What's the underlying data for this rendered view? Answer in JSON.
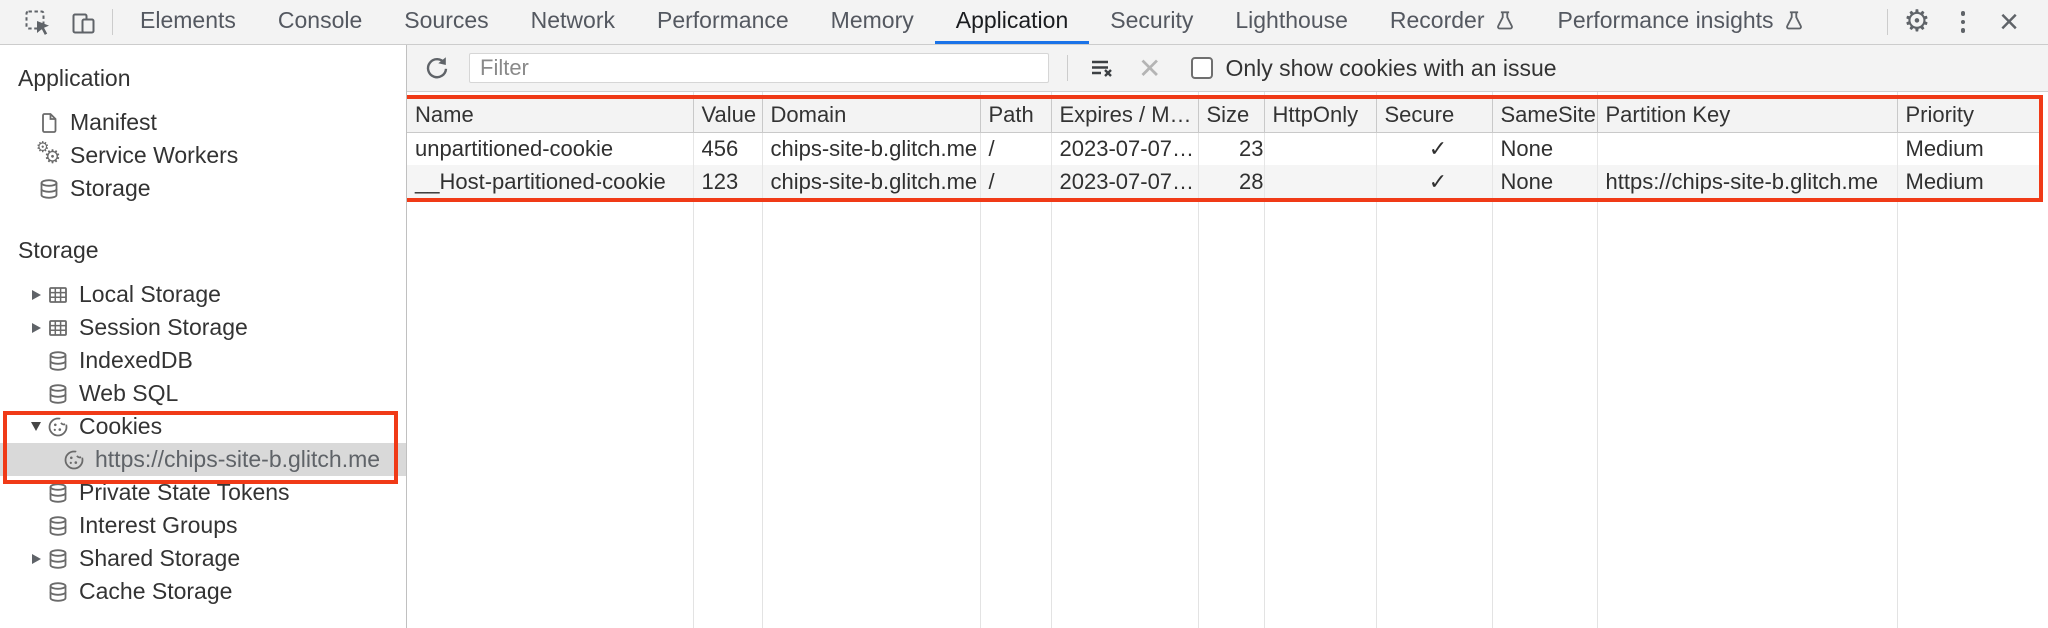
{
  "tabbar": {
    "tabs": [
      {
        "label": "Elements"
      },
      {
        "label": "Console"
      },
      {
        "label": "Sources"
      },
      {
        "label": "Network"
      },
      {
        "label": "Performance"
      },
      {
        "label": "Memory"
      },
      {
        "label": "Application",
        "selected": true
      },
      {
        "label": "Security"
      },
      {
        "label": "Lighthouse"
      },
      {
        "label": "Recorder",
        "experimental": true
      },
      {
        "label": "Performance insights",
        "experimental": true
      }
    ]
  },
  "toolbar": {
    "filter_placeholder": "Filter",
    "filter_value": "",
    "checkbox_label": "Only show cookies with an issue",
    "checkbox_checked": false
  },
  "sidebar": {
    "sections": [
      {
        "title": "Application",
        "items": [
          {
            "label": "Manifest",
            "icon": "document-icon"
          },
          {
            "label": "Service Workers",
            "icon": "gears-icon"
          },
          {
            "label": "Storage",
            "icon": "database-icon"
          }
        ]
      },
      {
        "title": "Storage",
        "items": [
          {
            "label": "Local Storage",
            "icon": "table-icon",
            "expander": "collapsed"
          },
          {
            "label": "Session Storage",
            "icon": "table-icon",
            "expander": "collapsed"
          },
          {
            "label": "IndexedDB",
            "icon": "database-icon"
          },
          {
            "label": "Web SQL",
            "icon": "database-icon"
          },
          {
            "label": "Cookies",
            "icon": "cookie-icon",
            "expander": "expanded",
            "highlighted": true,
            "children": [
              {
                "label": "https://chips-site-b.glitch.me",
                "icon": "cookie-icon",
                "selected": true
              }
            ]
          },
          {
            "label": "Private State Tokens",
            "icon": "database-icon"
          },
          {
            "label": "Interest Groups",
            "icon": "database-icon"
          },
          {
            "label": "Shared Storage",
            "icon": "database-icon",
            "expander": "collapsed"
          },
          {
            "label": "Cache Storage",
            "icon": "database-icon"
          }
        ]
      }
    ]
  },
  "cookies_table": {
    "highlighted": true,
    "columns": [
      "Name",
      "Value",
      "Domain",
      "Path",
      "Expires / M…",
      "Size",
      "HttpOnly",
      "Secure",
      "SameSite",
      "Partition Key",
      "Priority"
    ],
    "rows": [
      {
        "cells": [
          "unpartitioned-cookie",
          "456",
          "chips-site-b.glitch.me",
          "/",
          "2023-07-07…",
          "23",
          "",
          "✓",
          "None",
          "",
          "Medium"
        ]
      },
      {
        "cells": [
          "__Host-partitioned-cookie",
          "123",
          "chips-site-b.glitch.me",
          "/",
          "2023-07-07…",
          "28",
          "",
          "✓",
          "None",
          "https://chips-site-b.glitch.me",
          "Medium"
        ]
      }
    ]
  },
  "colors": {
    "accent_blue": "#1a73e8",
    "highlight_red": "#f03a17",
    "selection_grey": "#d9d9d9"
  }
}
